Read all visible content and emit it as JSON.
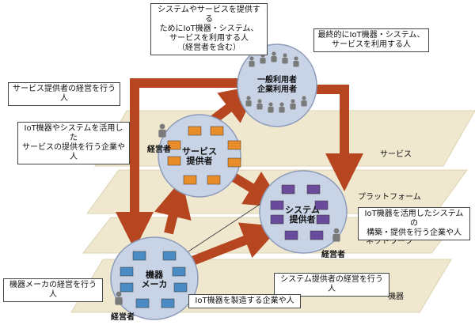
{
  "colors": {
    "arrow": "#b5461f",
    "band": "#efe8cf",
    "band_edge": "#dcd3b3",
    "circle_fill": "#c9d3e6",
    "circle_stroke": "#8d9cbb",
    "service_box": "#e98c2a",
    "system_box": "#6a4a9a",
    "device_box": "#4a8bc3",
    "person": "#7a7a7a"
  },
  "layers": {
    "service": "サービス",
    "platform": "プラットフォーム",
    "network": "ネットワーク",
    "device": "機器"
  },
  "nodes": {
    "end_user": {
      "line1": "一般利用者",
      "line2": "企業利用者"
    },
    "service_provider": {
      "line1": "サービス",
      "line2": "提供者",
      "box_label": "サービス\n提供者",
      "manager": "経営者"
    },
    "system_provider": {
      "line1": "システム",
      "line2": "提供者",
      "box_label": "システム\n提供者",
      "manager": "経営者"
    },
    "device_maker": {
      "line1": "機器",
      "line2": "メーカ",
      "box_label": "機器\nメーカ",
      "manager": "経営者"
    }
  },
  "callouts": {
    "top_center": [
      "システムやサービスを提供する",
      "ためにIoT機器・システム、",
      "サービスを利用する人",
      "（経営者を含む）"
    ],
    "top_right": [
      "最終的にIoT機器・システム、",
      "サービスを利用する人"
    ],
    "service_manager": [
      "サービス提供者の経営を行う人"
    ],
    "service_company": [
      "IoT機器やシステムを活用した",
      "サービスの提供を行う企業や人"
    ],
    "system_company": [
      "IoT機器を活用したシステムの",
      "構築・提供を行う企業や人"
    ],
    "system_manager": [
      "システム提供者の経営を行う人"
    ],
    "device_manager": [
      "機器メーカの経営を行う人"
    ],
    "device_company": [
      "IoT機器を製造する企業や人"
    ]
  }
}
